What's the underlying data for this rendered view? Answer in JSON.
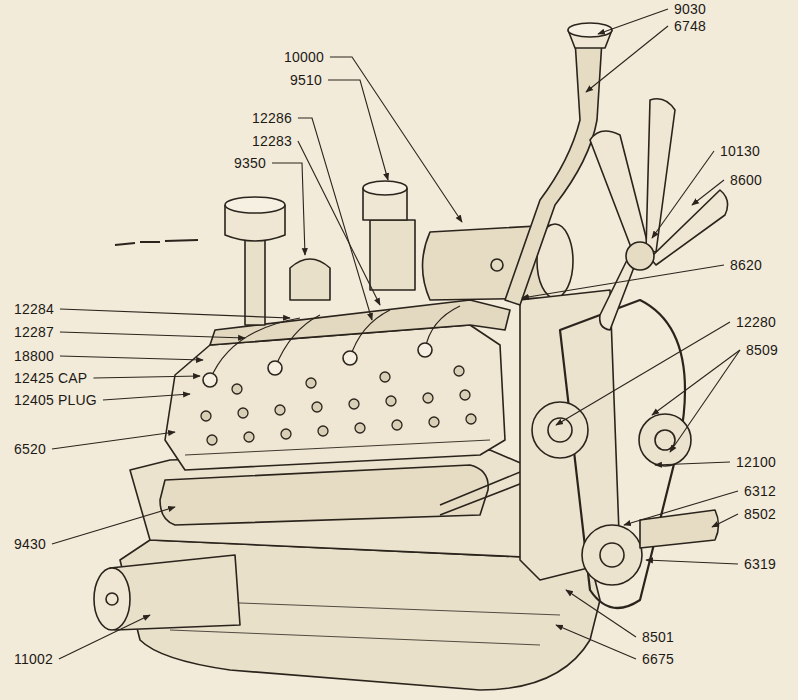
{
  "diagram": {
    "labels": [
      "9030",
      "6748",
      "10000",
      "9510",
      "12286",
      "12283",
      "9350",
      "10130",
      "8600",
      "8620",
      "12284",
      "12287",
      "18800",
      "12425 CAP",
      "12405 PLUG",
      "12280",
      "8509",
      "6520",
      "12100",
      "6312",
      "8502",
      "9430",
      "6319",
      "11002",
      "8501",
      "6675"
    ]
  }
}
